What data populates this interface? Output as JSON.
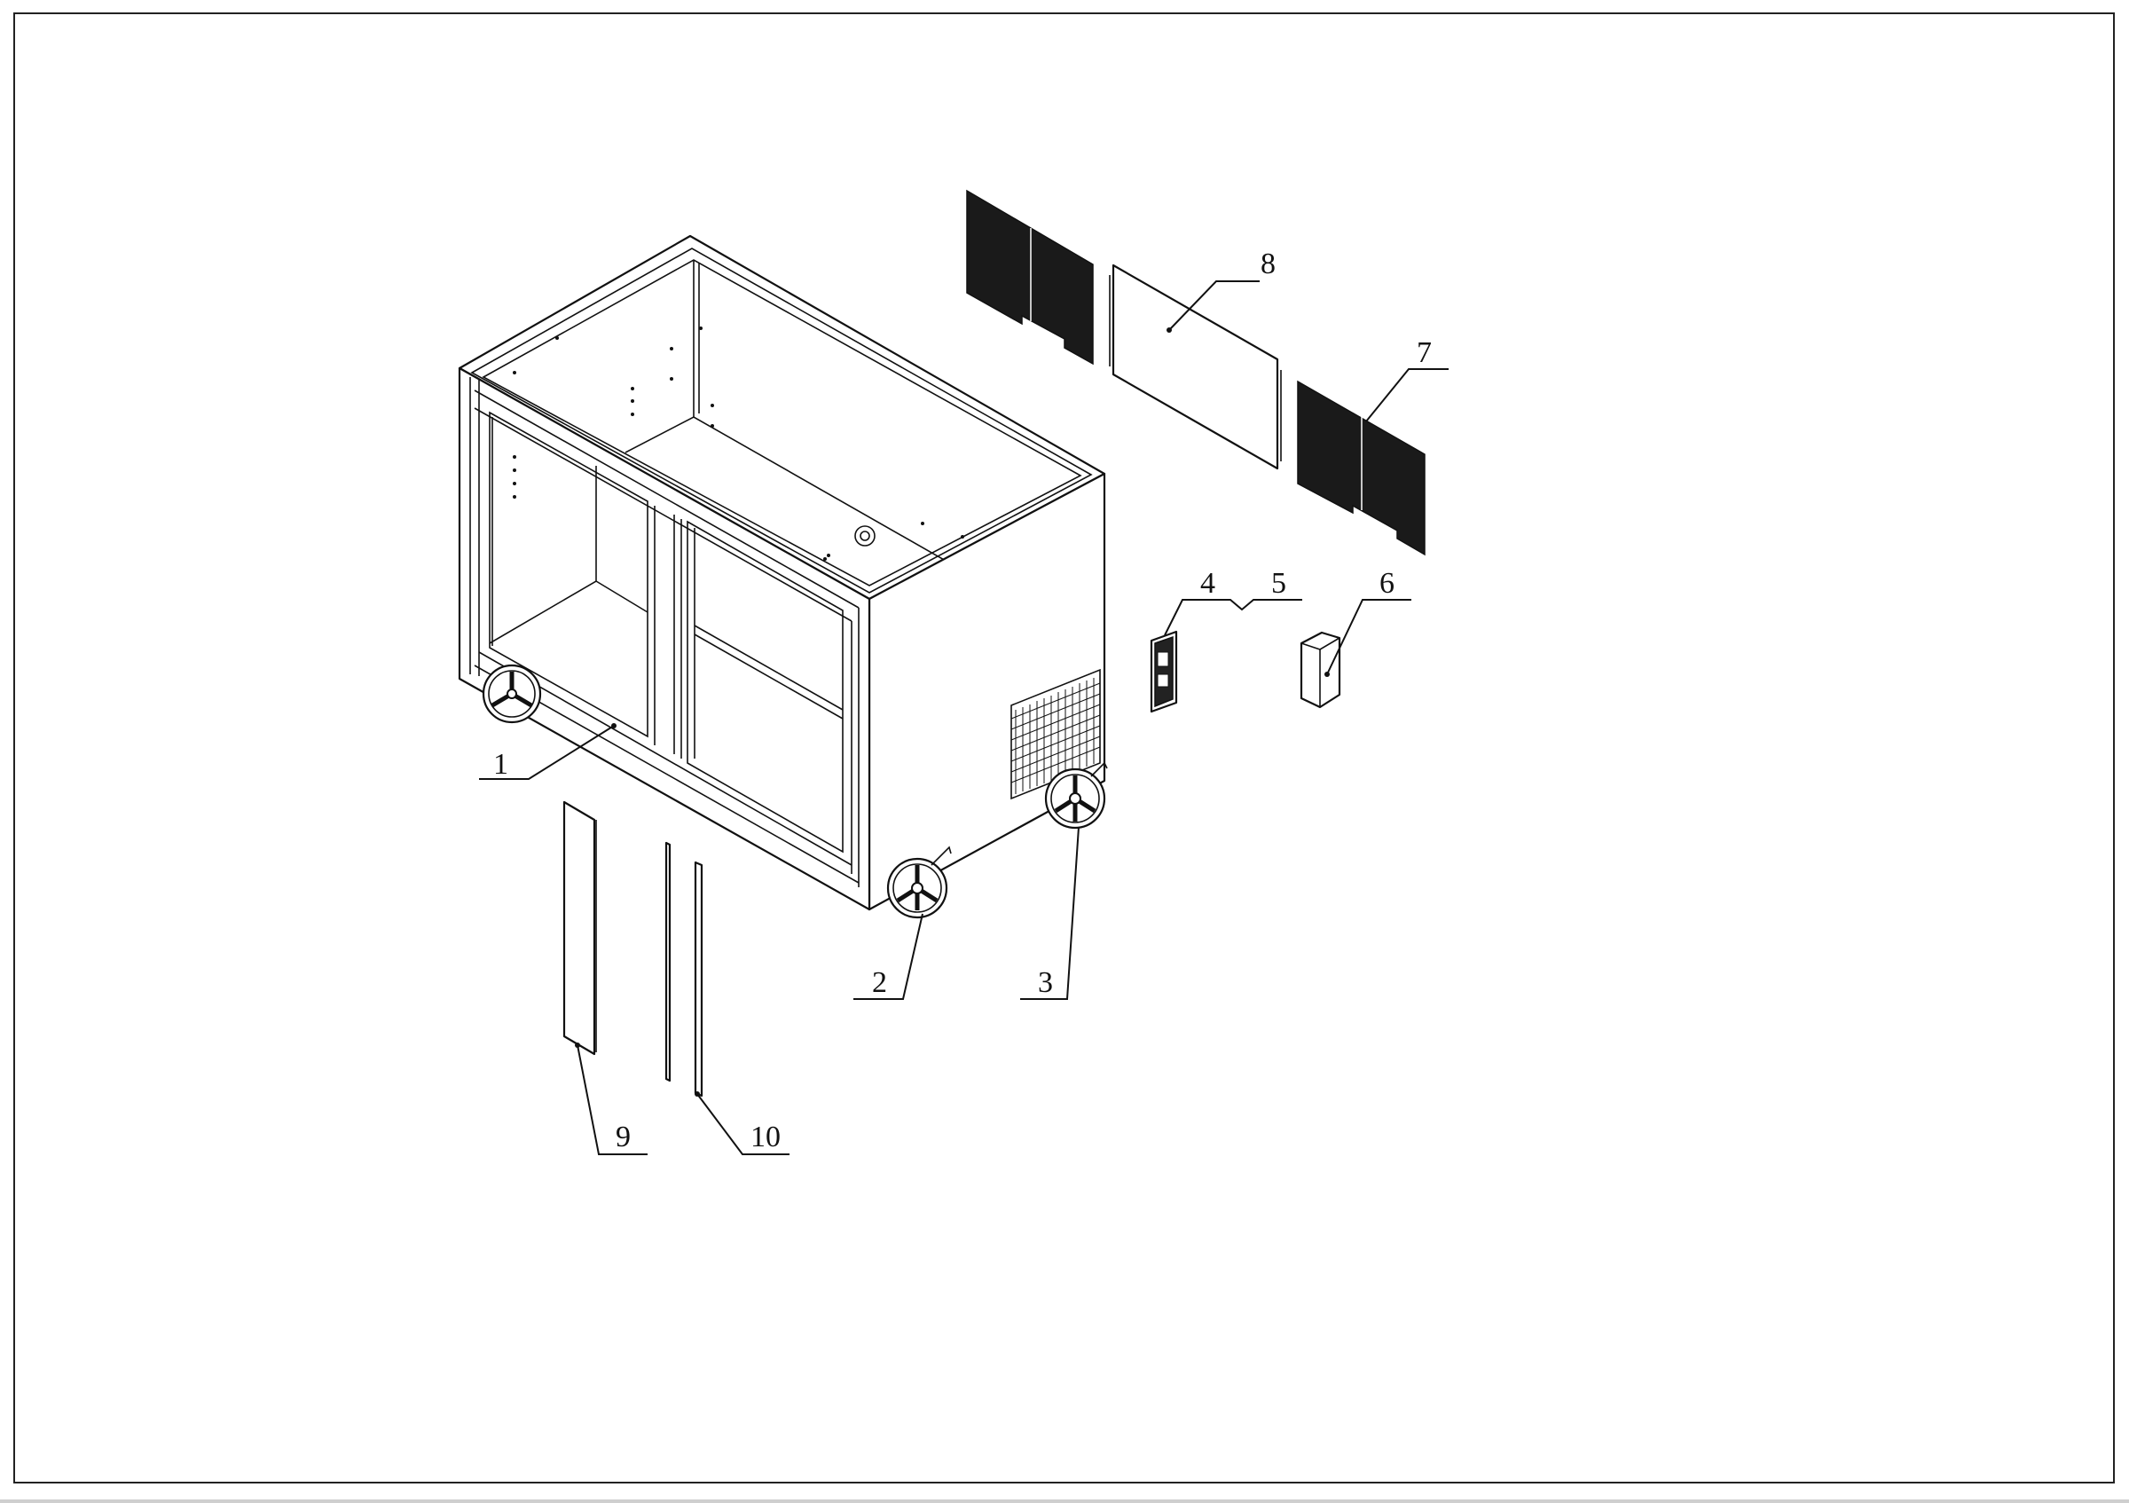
{
  "diagram": {
    "type": "exploded-parts-view",
    "subject": "Mobile refrigerated counter cabinet on casters",
    "callouts": [
      {
        "id": "1",
        "label": "1",
        "part": "cabinet body"
      },
      {
        "id": "2",
        "label": "2",
        "part": "front caster with brake"
      },
      {
        "id": "3",
        "label": "3",
        "part": "rear caster"
      },
      {
        "id": "4",
        "label": "4",
        "part": "control board"
      },
      {
        "id": "5",
        "label": "5",
        "part": "control board (shared leader with 4)"
      },
      {
        "id": "6",
        "label": "6",
        "part": "electrical box"
      },
      {
        "id": "7",
        "label": "7",
        "part": "condenser grille (right)"
      },
      {
        "id": "8",
        "label": "8",
        "part": "back panel"
      },
      {
        "id": "9",
        "label": "9",
        "part": "side trim panel"
      },
      {
        "id": "10",
        "label": "10",
        "part": "door rail strip"
      }
    ],
    "colors": {
      "line": "#111111",
      "background": "#ffffff",
      "frame": "#222222"
    }
  }
}
